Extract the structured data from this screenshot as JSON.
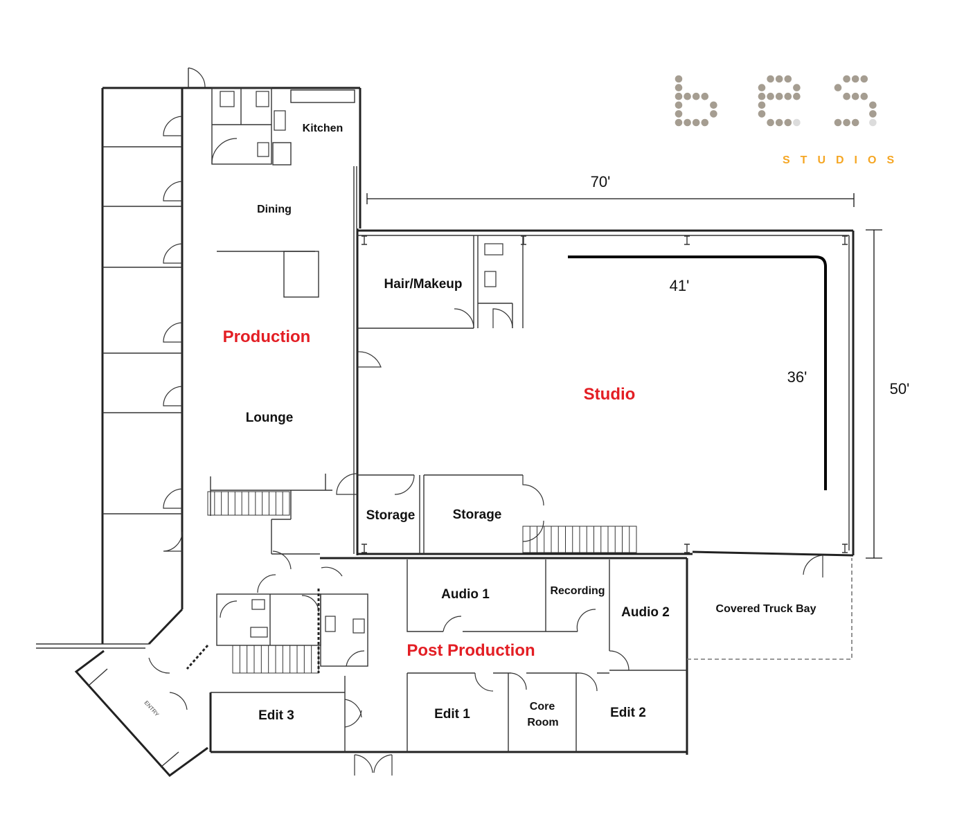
{
  "logo": {
    "text": "bes",
    "subtext": "STUDIOS",
    "dot_color": "#a59d91",
    "accent_color": "#f5a623"
  },
  "rooms": {
    "kitchen": "Kitchen",
    "dining": "Dining",
    "production": "Production",
    "lounge": "Lounge",
    "hair_makeup": "Hair/Makeup",
    "studio": "Studio",
    "storage_1": "Storage",
    "storage_2": "Storage",
    "audio_1": "Audio 1",
    "recording": "Recording",
    "audio_2": "Audio 2",
    "covered_truck_bay": "Covered Truck Bay",
    "post_production": "Post Production",
    "edit_1": "Edit 1",
    "edit_2": "Edit 2",
    "edit_3": "Edit 3",
    "core_room_line1": "Core",
    "core_room_line2": "Room",
    "entry": "ENTRY"
  },
  "dimensions": {
    "width": "70'",
    "depth": "50'",
    "cyc_width": "41'",
    "cyc_depth": "36'"
  },
  "colors": {
    "area_label": "#e31e24",
    "wall": "#222222"
  }
}
